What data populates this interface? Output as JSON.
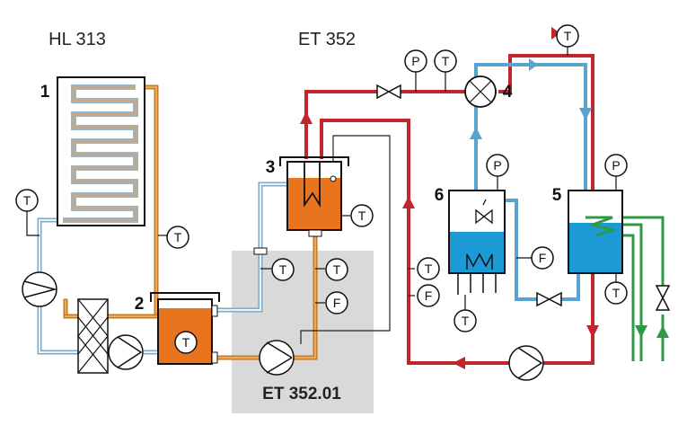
{
  "labels": {
    "hl313": "HL 313",
    "et352": "ET 352",
    "et35201": "ET 352.01"
  },
  "components": {
    "c1": "1",
    "c2": "2",
    "c3": "3",
    "c4": "4",
    "c5": "5",
    "c6": "6"
  },
  "instruments": {
    "t": "T",
    "p": "P",
    "f": "F"
  },
  "colors": {
    "hot_red": "#c0272d",
    "orange_pipe": "#d98a2b",
    "tank_orange": "#e8741e",
    "cold_blue": "#5aa3cf",
    "water_blue": "#1c9ad6",
    "green_pipe": "#2e9a45",
    "module_gray": "#d9d9d9"
  }
}
